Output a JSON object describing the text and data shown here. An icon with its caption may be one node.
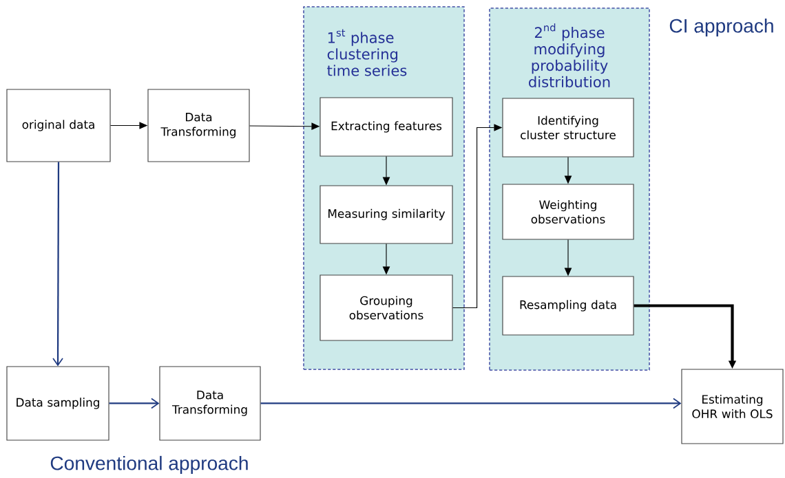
{
  "diagram": {
    "nodes": [
      {
        "text": [
          "original data"
        ]
      },
      {
        "text": [
          "Data Transforming"
        ]
      },
      {
        "text": [
          "\\begin{array}{l}\\text{1}^{\\text{st}}\\text{ phase}\\\\\\text{clustering}\\\\\\text{time series}\\end{array}"
        ]
      },
      {
        "text": [
          "Extracting features"
        ],
        "in": 2
      },
      {
        "text": [
          "Measuring similarity"
        ],
        "in": 2
      },
      {
        "text": [
          "Grouping observations"
        ],
        "in": 2
      },
      {
        "text": [
          "\\begin{array}{c}\\text{2}^{\\text{nd}}\\text{ phase}\\\\\\text{modifying}\\\\\\text{probability}\\\\\\text{distribution}\\end{array}"
        ]
      },
      {
        "text": [
          "Identifying cluster structure"
        ],
        "in": 6
      },
      {
        "text": [
          "Weighting observations"
        ],
        "in": 6
      },
      {
        "text": [
          "Resampling data"
        ],
        "in": 6
      },
      {
        "text": [
          "Estimating OHR with OLS"
        ]
      },
      {
        "text": [
          "Data sampling"
        ]
      },
      {
        "text": [
          "Data Transforming"
        ]
      }
    ],
    "edges": [
      {
        "from": 0,
        "to": 1,
        "arrow": "to"
      },
      {
        "from": 1,
        "to": 3,
        "arrow": "to"
      },
      {
        "from": 3,
        "to": 4,
        "arrow": "to"
      },
      {
        "from": 4,
        "to": 5,
        "arrow": "to"
      },
      {
        "from": 5,
        "to": 7,
        "arrow": "to"
      },
      {
        "from": 7,
        "to": 8,
        "arrow": "to"
      },
      {
        "from": 8,
        "to": 9,
        "arrow": "to"
      },
      {
        "from": 9,
        "to": 10,
        "arrow": "to",
        "style": "thick"
      },
      {
        "from": 0,
        "to": 11,
        "arrow": "to",
        "color": "#1f3a80"
      },
      {
        "from": 11,
        "to": 12,
        "arrow": "to",
        "color": "#1f3a80"
      },
      {
        "from": 12,
        "to": 10,
        "arrow": "to",
        "color": "#1f3a80"
      }
    ],
    "labels": [
      "CI approach",
      "Conventional approach"
    ]
  }
}
